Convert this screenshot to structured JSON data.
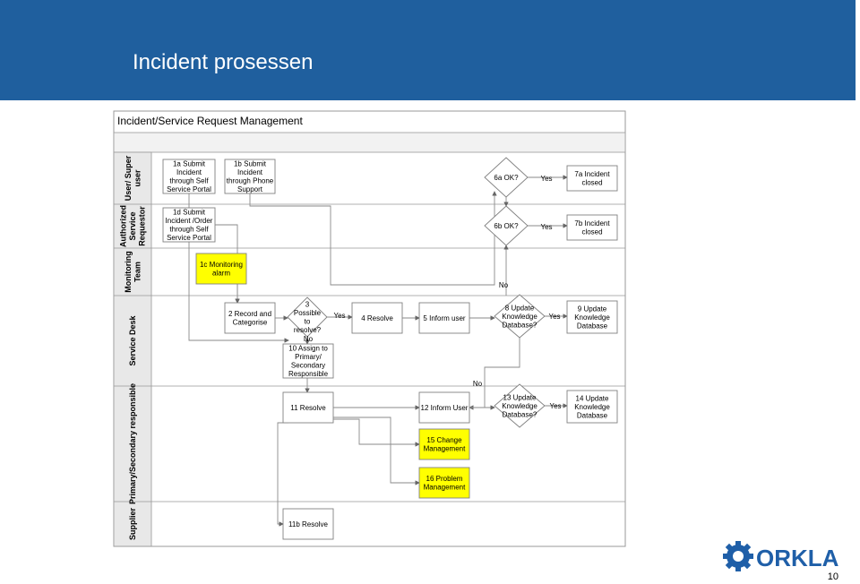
{
  "header": {
    "title": "Incident prosessen"
  },
  "diagram": {
    "title": "Incident/Service Request Management",
    "lanes": [
      {
        "id": "user",
        "label_lines": [
          "User/ Super",
          "user"
        ]
      },
      {
        "id": "asr",
        "label_lines": [
          "Authorized",
          "Service",
          "Requestor"
        ]
      },
      {
        "id": "mon",
        "label_lines": [
          "Monitoring",
          "Team"
        ]
      },
      {
        "id": "sd",
        "label_lines": [
          "Service Desk"
        ]
      },
      {
        "id": "psr",
        "label_lines": [
          "Primary/Secondary responsible"
        ]
      },
      {
        "id": "sup",
        "label_lines": [
          "Supplier"
        ]
      }
    ],
    "boxes": [
      {
        "id": "b1a",
        "lines": [
          "1a Submit",
          "Incident",
          "through Self",
          "Service Portal"
        ],
        "fill": "#ffffff"
      },
      {
        "id": "b1b",
        "lines": [
          "1b Submit",
          "Incident",
          "through Phone",
          "Support"
        ],
        "fill": "#ffffff"
      },
      {
        "id": "b1d",
        "lines": [
          "1d Submit",
          "Incident /Order",
          "through Self",
          "Service Portal"
        ],
        "fill": "#ffffff"
      },
      {
        "id": "b1c",
        "lines": [
          "1c Monitoring",
          "alarm"
        ],
        "fill": "#ffff00"
      },
      {
        "id": "b2",
        "lines": [
          "2 Record and",
          "Categorise"
        ],
        "fill": "#ffffff"
      },
      {
        "id": "b4",
        "lines": [
          "4 Resolve"
        ],
        "fill": "#ffffff"
      },
      {
        "id": "b5",
        "lines": [
          "5 Inform user"
        ],
        "fill": "#ffffff"
      },
      {
        "id": "b7a",
        "lines": [
          "7a Incident",
          "closed"
        ],
        "fill": "#ffffff"
      },
      {
        "id": "b7b",
        "lines": [
          "7b Incident",
          "closed"
        ],
        "fill": "#ffffff"
      },
      {
        "id": "b9",
        "lines": [
          "9 Update",
          "Knowledge",
          "Database"
        ],
        "fill": "#ffffff"
      },
      {
        "id": "b10",
        "lines": [
          "10 Assign to",
          "Primary/",
          "Secondary",
          "Responsible"
        ],
        "fill": "#ffffff"
      },
      {
        "id": "b11",
        "lines": [
          "11 Resolve"
        ],
        "fill": "#ffffff"
      },
      {
        "id": "b12",
        "lines": [
          "12 Inform User"
        ],
        "fill": "#ffffff"
      },
      {
        "id": "b14",
        "lines": [
          "14 Update",
          "Knowledge",
          "Database"
        ],
        "fill": "#ffffff"
      },
      {
        "id": "b15",
        "lines": [
          "15 Change",
          "Management"
        ],
        "fill": "#ffff00"
      },
      {
        "id": "b16",
        "lines": [
          "16 Problem",
          "Management"
        ],
        "fill": "#ffff00"
      },
      {
        "id": "b11b",
        "lines": [
          "11b Resolve"
        ],
        "fill": "#ffffff"
      }
    ],
    "decisions": [
      {
        "id": "d3",
        "lines": [
          "3",
          "Possible",
          "to",
          "resolve?"
        ]
      },
      {
        "id": "d6a",
        "lines": [
          "6a OK?"
        ]
      },
      {
        "id": "d6b",
        "lines": [
          "6b OK?"
        ]
      },
      {
        "id": "d8",
        "lines": [
          "8 Update",
          "Knowledge",
          "Database?"
        ]
      },
      {
        "id": "d13",
        "lines": [
          "13 Update",
          "Knowledge",
          "Database?"
        ]
      }
    ],
    "edge_labels": [
      {
        "id": "yes_3_4",
        "text": "Yes"
      },
      {
        "id": "no_3_10",
        "text": "No"
      },
      {
        "id": "yes_6a",
        "text": "Yes"
      },
      {
        "id": "yes_6b",
        "text": "Yes"
      },
      {
        "id": "no_6b",
        "text": "No"
      },
      {
        "id": "yes_8",
        "text": "Yes"
      },
      {
        "id": "no_8",
        "text": "No"
      },
      {
        "id": "yes_13",
        "text": "Yes"
      }
    ]
  },
  "footer": {
    "page_number": "10",
    "logo_text": "ORKLA"
  },
  "colors": {
    "header_bg": "#1f5f9e",
    "highlight": "#ffff00",
    "grid": "#999999",
    "lane_bg": "#e8e8e8",
    "logo_blue": "#1f5fa8"
  }
}
